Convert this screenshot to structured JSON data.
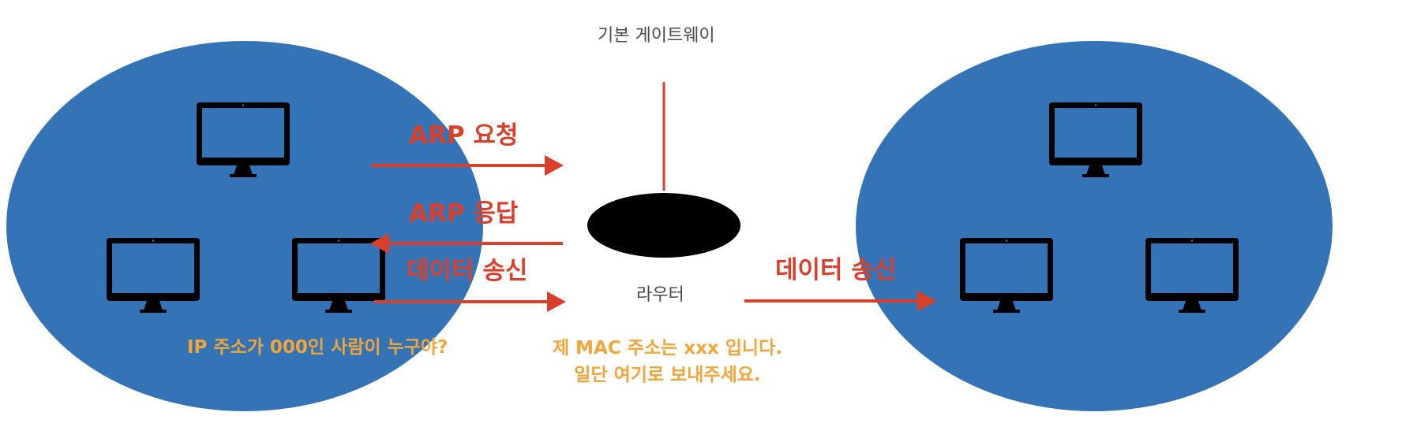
{
  "labels": {
    "gateway": "기본 게이트웨이",
    "router": "라우터",
    "arp_request": "ARP 요청",
    "arp_response": "ARP 응답",
    "data_send_left": "데이터 송신",
    "data_send_right": "데이터 송신",
    "question": "IP 주소가 000인 사람이 누구야?",
    "answer": "제 MAC 주소는 xxx 입니다.\n일단 여기로 보내주세요."
  },
  "colors": {
    "network": "#3473b6",
    "arrow": "#d9402b",
    "speech": "#f0a53a",
    "router": "#000000",
    "monitor": "#000000",
    "text": "#4a4a4a"
  },
  "icons": {
    "monitor": "computer-monitor-icon",
    "router": "router-node"
  }
}
